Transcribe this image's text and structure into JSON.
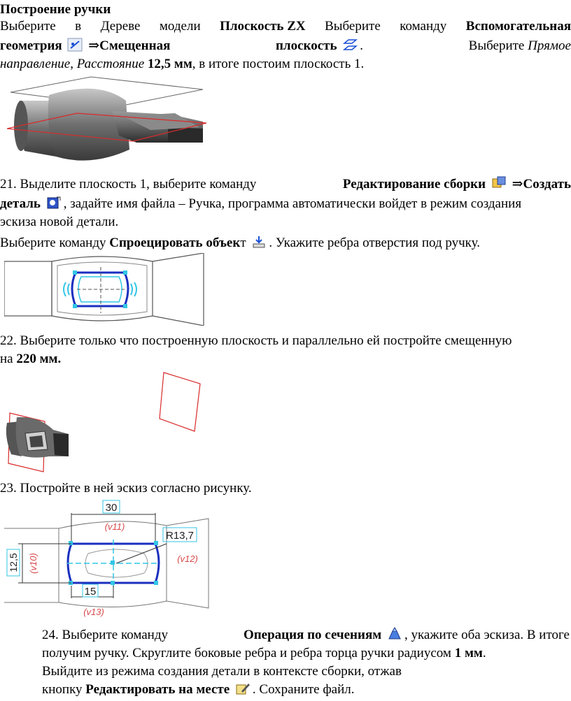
{
  "heading": "Построение ручки",
  "p1": {
    "w1": "Выберите",
    "w2": "в",
    "w3": "Дереве",
    "w4": "модели",
    "plane": "Плоскость ZX",
    "w5": ".",
    "w6": "Выберите",
    "w7": "команду",
    "aux": "Вспомогательная",
    "geom": "геометрия",
    "arrow_offset": "⇒Смещенная",
    "plane_word": "плоскость",
    "dot": ".",
    "choose": "Выберите",
    "direct": "Прямое",
    "direction": "направление",
    "comma": ",",
    "distance": "Расстояние",
    "value": "12,5 мм",
    "rest": ", в итоге постоим плоскость 1."
  },
  "s21": {
    "num": "21.",
    "a": "Выделите плоскость 1, выберите команду",
    "edit_asm": "Редактирование сборки",
    "create": "⇒Создать",
    "detail": "деталь",
    "b": ", задайте имя файла – Ручка, программа автоматически войдет в режим создания",
    "c": "эскиза новой детали.",
    "d": "Выберите команду",
    "project": "Спроецировать объек",
    "t": "т",
    "e": ". Укажите ребра отверстия под ручку."
  },
  "s22": {
    "a": "22. Выберите только что построенную плоскость и параллельно ей постройте смещенную",
    "b": "на",
    "val": "220 мм."
  },
  "s23": {
    "a": "23. Постройте в ней эскиз согласно рисунку."
  },
  "sketch": {
    "dim_30": "30",
    "v11": "(v11)",
    "r": "R13,7",
    "v12": "(v12)",
    "dim_125": "12,5",
    "v10": "(v10)",
    "dim_15": "15",
    "v13": "(v13)"
  },
  "s24": {
    "num": "24.",
    "a": "Выберите команду",
    "op": "Операция по сечениям",
    "b": ", укажите оба эскиза. В итоге",
    "c": "получим ручку. Скруглите боковые ребра и ребра торца ручки радиусом",
    "r": "1 мм",
    "c2": ".",
    "d": "Выйдите из режима создания детали в контексте сборки, отжав",
    "e": "кнопку",
    "edit": "Редактировать на месте",
    "f": ". Сохраните файл."
  },
  "colors": {
    "plane_red": "#d92b2b",
    "sketch_blue": "#1a2fbf",
    "cyan": "#33c6e6",
    "dim_red": "#d84a4a"
  }
}
